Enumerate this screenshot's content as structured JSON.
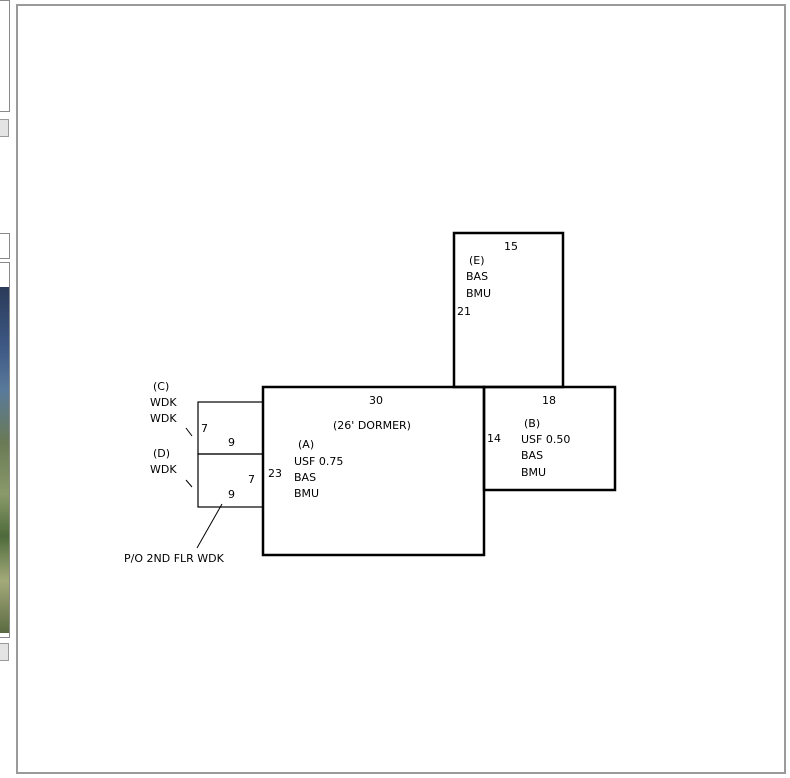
{
  "sketch": {
    "section_a": {
      "letter": "(A)",
      "codes": [
        "USF 0.75",
        "BAS",
        "BMU"
      ],
      "top_dim": "30",
      "left_dim": "23",
      "note": "(26' DORMER)"
    },
    "section_b": {
      "letter": "(B)",
      "codes": [
        "USF 0.50",
        "BAS",
        "BMU"
      ],
      "top_dim": "18",
      "left_dim": "14"
    },
    "section_c": {
      "letter": "(C)",
      "codes": [
        "WDK",
        "WDK"
      ],
      "side_dim": "7",
      "bottom_dim": "9"
    },
    "section_d": {
      "letter": "(D)",
      "codes": [
        "WDK"
      ],
      "side_dim": "7",
      "bottom_dim": "9"
    },
    "section_e": {
      "letter": "(E)",
      "codes": [
        "BAS",
        "BMU"
      ],
      "top_dim": "15",
      "left_dim": "21"
    },
    "callout": "P/O 2ND FLR WDK",
    "line_color": "#000000"
  }
}
